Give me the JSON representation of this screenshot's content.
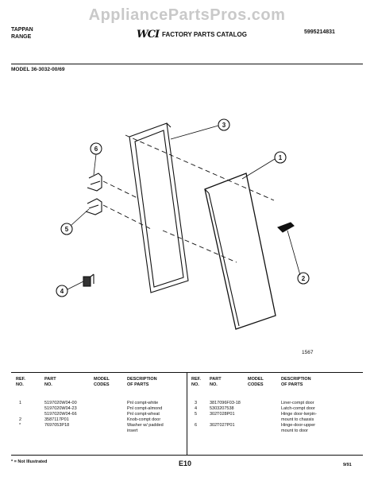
{
  "watermark": "AppliancePartsPros.com",
  "header": {
    "brand_line1": "TAPPAN",
    "brand_line2": "RANGE",
    "logo": "WCI",
    "catalog_title": "FACTORY PARTS CATALOG",
    "doc_number": "5995214831"
  },
  "model": "MODEL 36-3032-00/69",
  "diagram": {
    "figure_number": "1567",
    "callouts": [
      "1",
      "2",
      "3",
      "4",
      "5",
      "6"
    ]
  },
  "table_headers": {
    "ref_no": [
      "REF.",
      "NO."
    ],
    "part_no": [
      "PART",
      "NO."
    ],
    "model_codes": [
      "MODEL",
      "CODES"
    ],
    "description": [
      "DESCRIPTION",
      "OF PARTS"
    ]
  },
  "left_rows": [
    {
      "ref": "1",
      "part": "5197020W04-00",
      "desc": "Pnl compt-white"
    },
    {
      "ref": "",
      "part": "5197020W04-23",
      "desc": "Pnl compt-almond"
    },
    {
      "ref": "",
      "part": "5197020W04-66",
      "desc": "Pnl compt-wheat"
    },
    {
      "ref": "2",
      "part": "3587117P01",
      "desc": "Knob-compt door"
    },
    {
      "ref": "*",
      "part": "7697053P18",
      "desc": "Washer w/ padded"
    },
    {
      "ref": "",
      "part": "",
      "desc": "insert"
    }
  ],
  "right_rows": [
    {
      "ref": "3",
      "part": "3817096F03-18",
      "desc": "Liner-compt door"
    },
    {
      "ref": "4",
      "part": "5303207538",
      "desc": "Latch-compt door"
    },
    {
      "ref": "5",
      "part": "302T028P01",
      "desc": "Hinge door-lwrpin-"
    },
    {
      "ref": "",
      "part": "",
      "desc": "mount to chassis"
    },
    {
      "ref": "6",
      "part": "302T027P01",
      "desc": "Hinge-door-upper"
    },
    {
      "ref": "",
      "part": "",
      "desc": "mount to door"
    }
  ],
  "footer": {
    "not_illustrated": "* = Not Illustrated",
    "page": "E10",
    "date": "9/91"
  }
}
